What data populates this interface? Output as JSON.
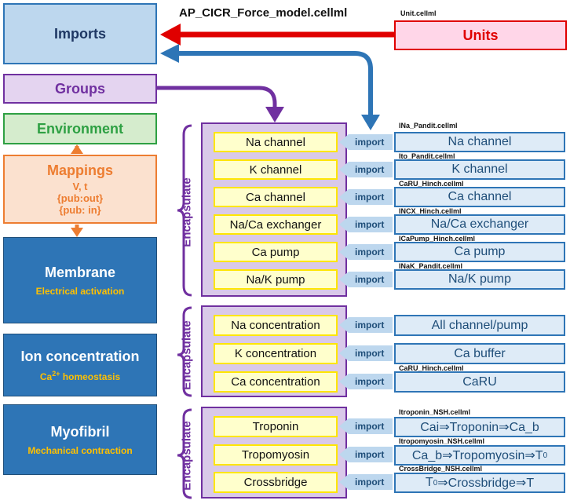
{
  "title": "AP_CICR_Force_model.cellml",
  "units_file": "Unit.cellml",
  "left": {
    "imports": "Imports",
    "units": "Units",
    "groups": "Groups",
    "environment": "Environment",
    "mappings": {
      "title": "Mappings",
      "line1": "V, t",
      "line2": "{pub:out}",
      "line3": "{pub: in}"
    },
    "membrane": {
      "title": "Membrane",
      "subtitle": "Electrical activation"
    },
    "ion": {
      "title": "Ion concentration",
      "subtitle_pre": "Ca",
      "subtitle_sup": "2+",
      "subtitle_post": " homeostasis"
    },
    "myofibril": {
      "title": "Myofibril",
      "subtitle": "Mechanical contraction"
    }
  },
  "encapsulate_label": "Encapsulate",
  "import_label": "import",
  "membrane_items": [
    "Na channel",
    "K channel",
    "Ca channel",
    "Na/Ca exchanger",
    "Ca pump",
    "Na/K pump"
  ],
  "membrane_ext": [
    {
      "file": "INa_Pandit.cellml",
      "label": "Na channel"
    },
    {
      "file": "Ito_Pandit.cellml",
      "label": "K channel"
    },
    {
      "file": "CaRU_Hinch.cellml",
      "label": "Ca channel"
    },
    {
      "file": "INCX_Hinch.cellml",
      "label": "Na/Ca exchanger"
    },
    {
      "file": "ICaPump_Hinch.cellml",
      "label": "Ca pump"
    },
    {
      "file": "INaK_Pandit.cellml",
      "label": "Na/K pump"
    }
  ],
  "ion_items": [
    "Na concentration",
    "K concentration",
    "Ca concentration"
  ],
  "ion_ext": [
    {
      "file": "",
      "label": "All channel/pump"
    },
    {
      "file": "",
      "label": "Ca buffer"
    },
    {
      "file": "CaRU_Hinch.cellml",
      "label": "CaRU"
    }
  ],
  "myo_items": [
    "Troponin",
    "Tropomyosin",
    "Crossbridge"
  ],
  "myo_ext": [
    {
      "file": "Itroponin_NSH.cellml",
      "label": "Cai⇒Troponin⇒Ca_b"
    },
    {
      "file": "Itropomyosin_NSH.cellml",
      "label_pre": "Ca_b⇒Tropomyosin⇒T",
      "label_sub": "0"
    },
    {
      "file": "CrossBridge_NSH.cellml",
      "label_pre": "T",
      "label_sub": "0",
      "label_post": "⇒Crossbridge⇒T"
    }
  ],
  "colors": {
    "imports_border": "#2e75b6",
    "units_red": "#e00000",
    "groups_purple": "#7030a0",
    "env_green": "#2ea043",
    "map_orange": "#ed7d31",
    "comp_blue": "#2e75b6",
    "sub_yellow": "#ffc000"
  }
}
